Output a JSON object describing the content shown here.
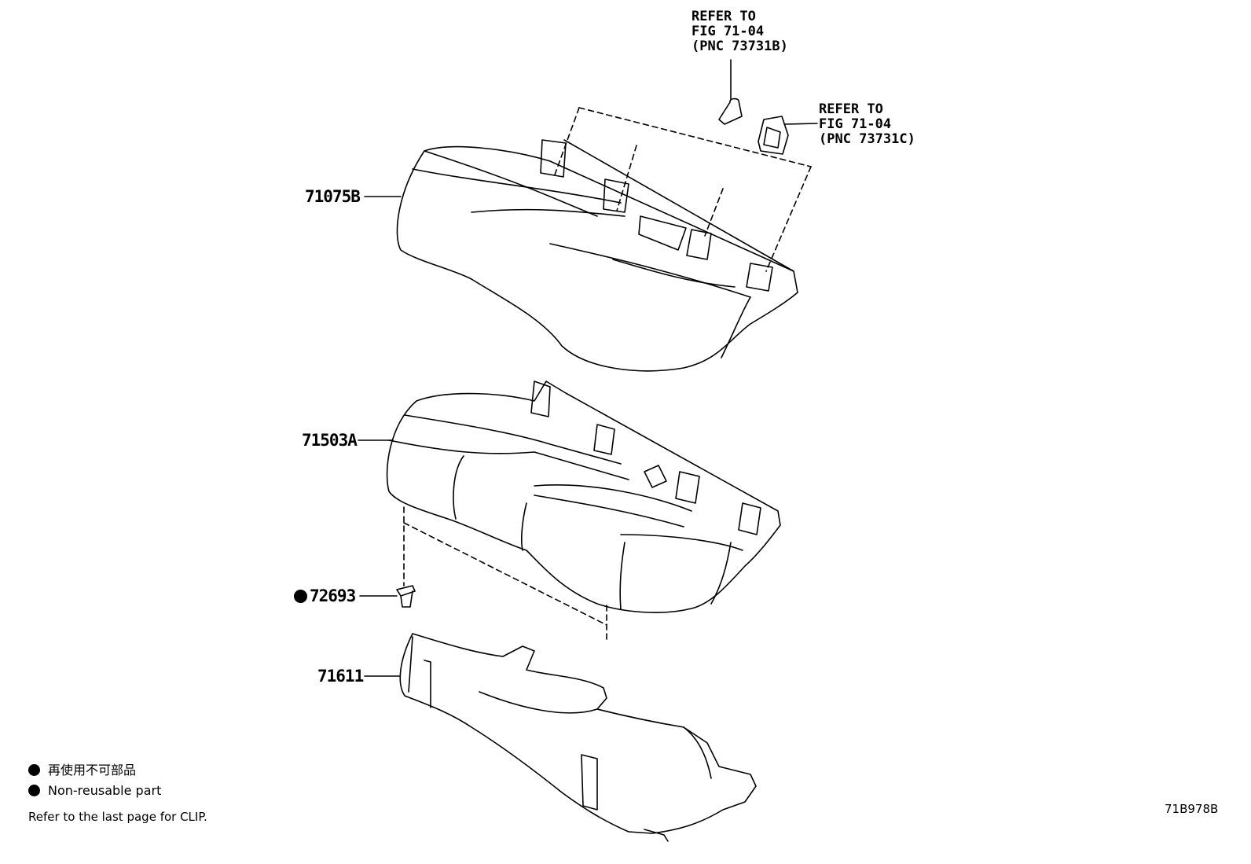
{
  "refs": [
    {
      "lines": [
        "REFER TO",
        "FIG 71-04",
        "(PNC 73731B)"
      ]
    },
    {
      "lines": [
        "REFER TO",
        "FIG 71-04",
        "(PNC 73731C)"
      ]
    }
  ],
  "parts": {
    "seatback_cover": "71075B",
    "cushion_cover": "71503A",
    "clip": "72693",
    "cushion_pad": "71611"
  },
  "legend": {
    "jp": "再使用不可部品",
    "en": "Non-reusable part"
  },
  "footnote": "Refer to the last page for CLIP.",
  "figure_code": "71B978B"
}
